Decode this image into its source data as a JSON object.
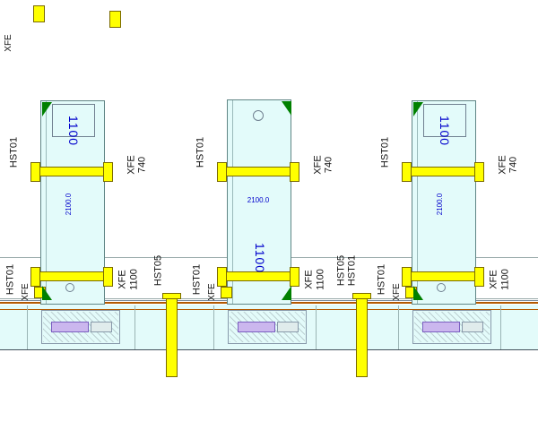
{
  "colors": {
    "panel_fill": "#e3fbfa",
    "panel_border": "#5f8585",
    "bar_fill": "#ffff00",
    "bar_border": "#7a6a00",
    "dim_blue": "#0000cc",
    "flag_green": "#008000",
    "rail_orange": "#b35900"
  },
  "top_area": {
    "fitting_label": "XFE"
  },
  "columns": [
    {
      "dims": {
        "height": "1100",
        "width": "2100.0"
      },
      "upper": {
        "left": "HST01",
        "right1": "XFE",
        "right2": "740"
      },
      "lower": {
        "left": "HST01",
        "right1": "XFE",
        "right2": "1100",
        "foot": "XFE"
      }
    },
    {
      "dims": {
        "height": "1100",
        "width": "2100.0"
      },
      "upper": {
        "left": "HST01",
        "right1": "XFE",
        "right2": "740"
      },
      "lower": {
        "left": "HST01",
        "right1": "XFE",
        "right2": "1100",
        "foot": "XFE"
      }
    },
    {
      "dims": {
        "height": "1100",
        "width": "2100.0"
      },
      "upper": {
        "left": "HST01",
        "right1": "XFE",
        "right2": "740"
      },
      "lower": {
        "left": "HST01",
        "right1": "XFE",
        "right2": "1100",
        "foot": "XFE"
      }
    }
  ],
  "posts": [
    {
      "label1": "HST05"
    },
    {
      "label1": "HST05",
      "label2": "HST01"
    }
  ]
}
